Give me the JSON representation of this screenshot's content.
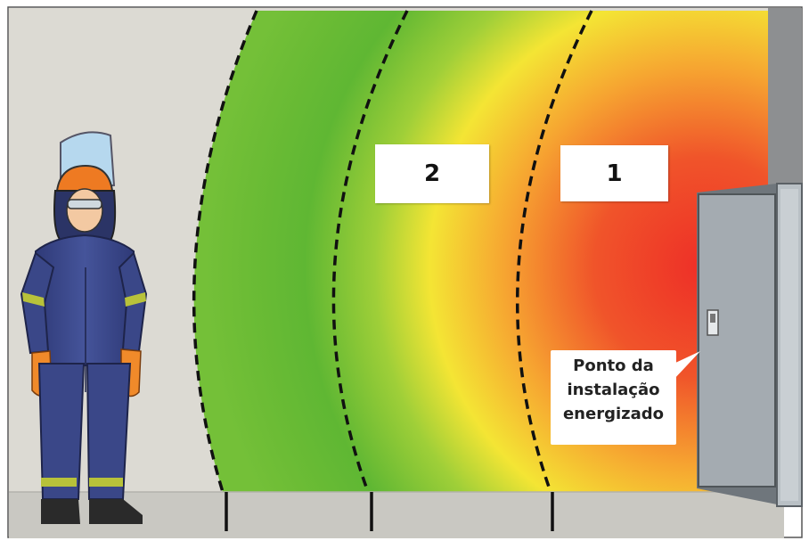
{
  "zones": [
    {
      "id": "zone-2",
      "label": "2"
    },
    {
      "id": "zone-1",
      "label": "1"
    }
  ],
  "callout": {
    "lines": [
      "Ponto da",
      "instalação",
      "energizado"
    ]
  },
  "colors": {
    "wall": "#dcdad3",
    "floor": "#c9c8c2",
    "safe_zone": "#5cb832",
    "warning_zone": "#f2e032",
    "danger_zone": "#ee3a2a",
    "suit": "#3c4a8c",
    "reflective_band": "#b8c23a",
    "gloves": "#f08a2a",
    "panel": "#9ba2a8"
  },
  "icons": [
    "worker-ppe-icon",
    "face-shield-icon",
    "electrical-panel-icon"
  ]
}
